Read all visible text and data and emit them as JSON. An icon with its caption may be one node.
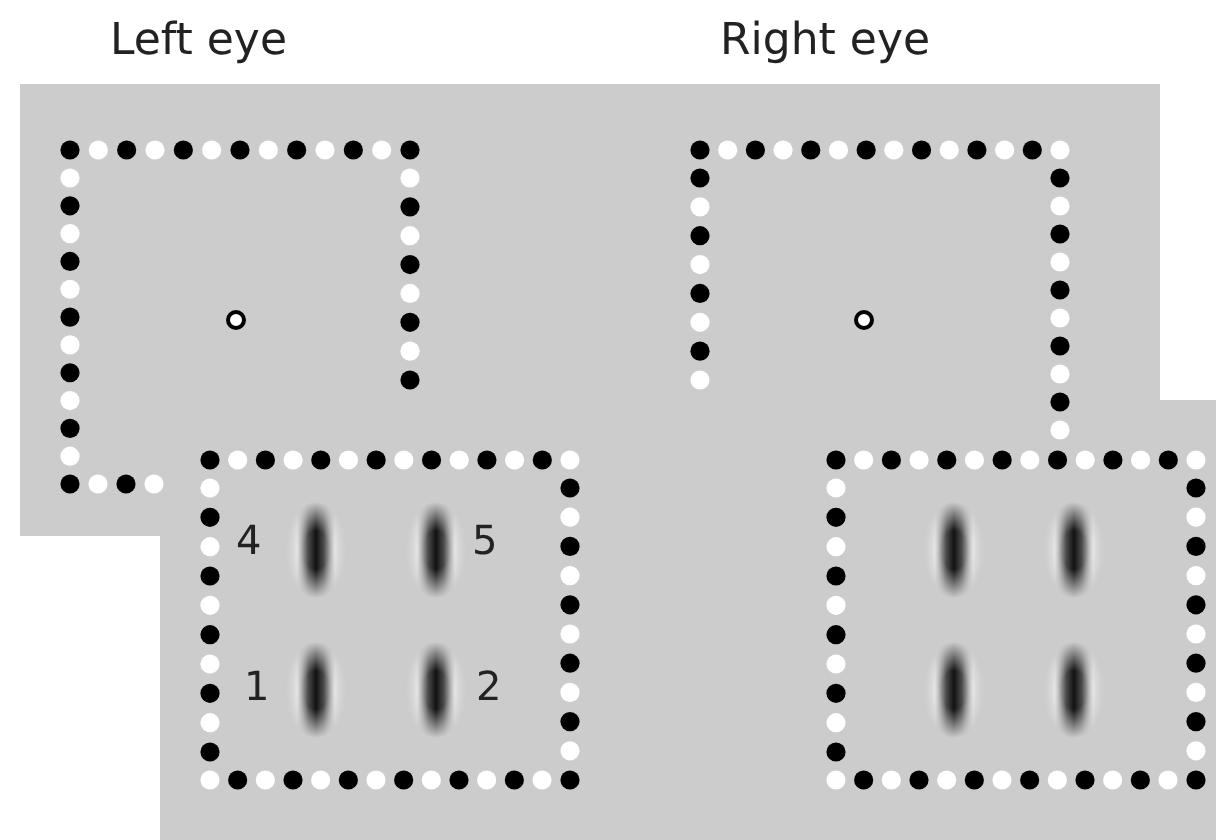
{
  "diagram": {
    "labels": [
      "Left eye",
      "Right eye",
      "4",
      "5",
      "1",
      "2"
    ]
  }
}
